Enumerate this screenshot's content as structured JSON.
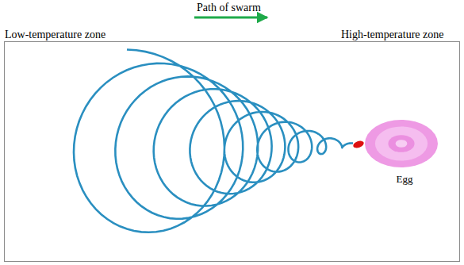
{
  "diagram": {
    "nodes": [
      {
        "text": [
          "Egg"
        ]
      }
    ],
    "labels": [
      "Path of swarm",
      "Low-temperature zone",
      "High-temperature zone"
    ]
  }
}
